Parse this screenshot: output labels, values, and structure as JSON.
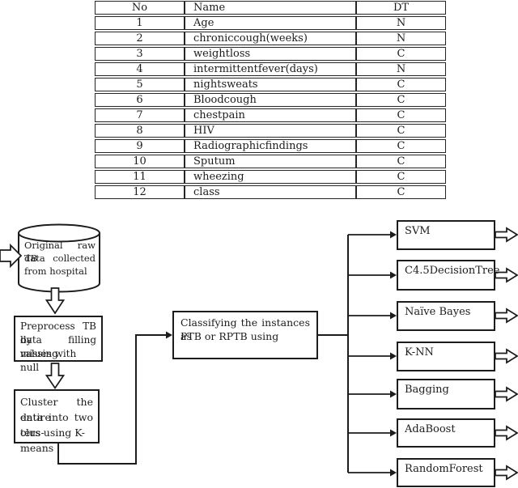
{
  "table": {
    "headers": [
      "No",
      "Name",
      "DT"
    ],
    "rows": [
      [
        "1",
        "Age",
        "N"
      ],
      [
        "2",
        "chroniccough(weeks)",
        "N"
      ],
      [
        "3",
        "weightloss",
        "C"
      ],
      [
        "4",
        "intermittentfever(days)",
        "N"
      ],
      [
        "5",
        "nightsweats",
        "C"
      ],
      [
        "6",
        "Bloodcough",
        "C"
      ],
      [
        "7",
        "chestpain",
        "C"
      ],
      [
        "8",
        "HIV",
        "C"
      ],
      [
        "9",
        "Radiographicfindings",
        "C"
      ],
      [
        "10",
        "Sputum",
        "C"
      ],
      [
        "11",
        "wheezing",
        "C"
      ],
      [
        "12",
        "class",
        "C"
      ]
    ]
  },
  "flowchart": {
    "source_db": {
      "line1": "Original raw TB",
      "line2": "data collected",
      "line3": "from hospital"
    },
    "preprocess": {
      "line1": "Preprocess TB data",
      "line2": "by filling missing",
      "line3": "values with null"
    },
    "cluster": {
      "line1": "Cluster the entire",
      "line2": "data into two clus-",
      "line3": "ters using K-means"
    },
    "classify": {
      "line1": "Classifying the instances as",
      "line2": "PTB or RPTB using"
    },
    "classifiers": [
      "SVM",
      "C4.5DecisionTree",
      "Naïve Bayes",
      "K-NN",
      "Bagging",
      "AdaBoost",
      "RandomForest"
    ]
  },
  "colors": {
    "ink": "#1c1c1c",
    "background": "#ffffff"
  }
}
